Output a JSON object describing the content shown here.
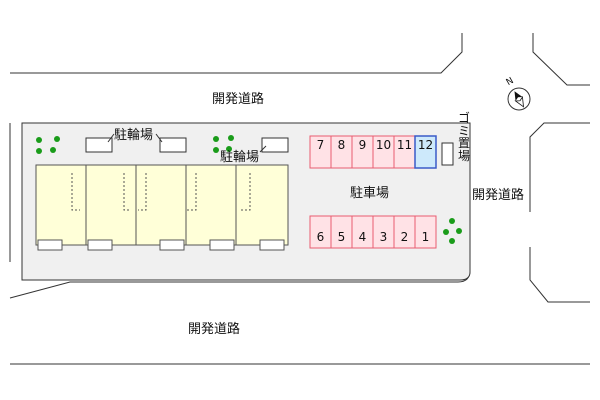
{
  "labels": {
    "road_top": "開発道路",
    "road_right": "開発道路",
    "road_bottom": "開発道路",
    "bike_parking_1": "駐輪場",
    "bike_parking_2": "駐輪場",
    "parking_lot": "駐車場",
    "trash_area": "ゴミ置場"
  },
  "compass": {
    "label": "N",
    "icon": "compass-north-icon"
  },
  "parking": {
    "top_row": [
      "7",
      "8",
      "9",
      "10",
      "11",
      "12"
    ],
    "bottom_row": [
      "6",
      "5",
      "4",
      "3",
      "2",
      "1"
    ],
    "highlighted_slot": "12"
  },
  "colors": {
    "site_fill": "#f0f0f0",
    "building_fill": "#ffffd8",
    "slot_fill": "#ffe2e6",
    "slot_stroke": "#e85c70",
    "highlight_fill": "#cde9fb",
    "highlight_stroke": "#3a5bc8",
    "tree": "#1a9c1a"
  }
}
